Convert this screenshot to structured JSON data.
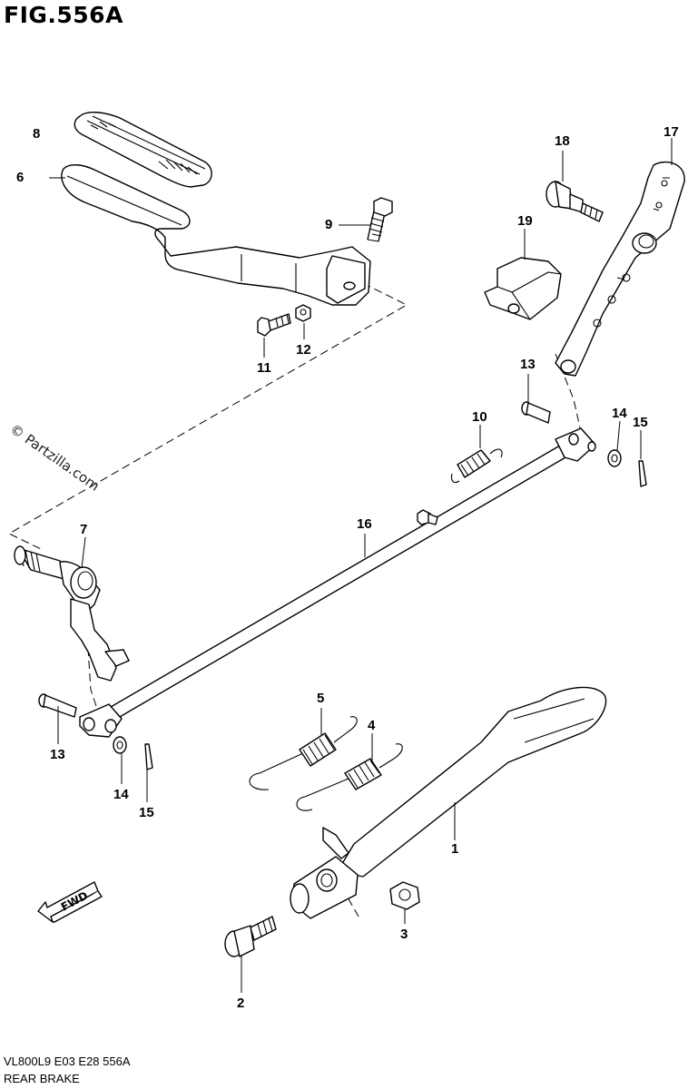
{
  "figure": {
    "title": "FIG.556A",
    "model_code": "VL800L9  E03  E28  556A",
    "subtitle": "REAR BRAKE",
    "watermark": "© Partzilla.com",
    "fwd_label": "FWD"
  },
  "callouts": {
    "c1": "1",
    "c2": "2",
    "c3": "3",
    "c4": "4",
    "c5": "5",
    "c6": "6",
    "c7": "7",
    "c8": "8",
    "c9": "9",
    "c10": "10",
    "c11": "11",
    "c12": "12",
    "c13a": "13",
    "c13b": "13",
    "c14a": "14",
    "c14b": "14",
    "c15a": "15",
    "c15b": "15",
    "c16": "16",
    "c17": "17",
    "c18": "18",
    "c19": "19"
  }
}
